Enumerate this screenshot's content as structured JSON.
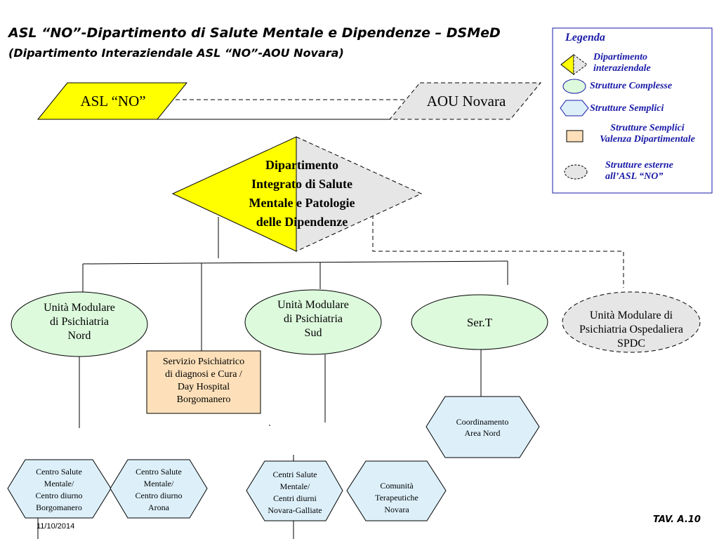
{
  "header": {
    "title": "ASL “NO”-Dipartimento di Salute Mentale e Dipendenze – DSMeD",
    "subtitle": "(Dipartimento Interaziendale ASL “NO”-AOU Novara)"
  },
  "legend": {
    "title": "Legenda",
    "items": [
      {
        "shape": "diamond",
        "label_line1": "Dipartimento",
        "label_line2": "interaziendale"
      },
      {
        "shape": "ellipse",
        "label_line1": "Strutture Complesse"
      },
      {
        "shape": "hexagon",
        "label_line1": "Strutture Semplici"
      },
      {
        "shape": "rectangle",
        "label_line1": "Strutture Semplici",
        "label_line2": "Valenza Dipartimentale"
      },
      {
        "shape": "dashed-ellipse",
        "label_line1": "Strutture esterne",
        "label_line2": "all’ASL “NO”"
      }
    ]
  },
  "entities": {
    "asl": "ASL “NO”",
    "aou": "AOU Novara"
  },
  "department": {
    "lines": [
      "Dipartimento",
      "Integrato di Salute",
      "Mentale e Patologie",
      "delle Dipendenze"
    ]
  },
  "units": {
    "psich_nord": [
      "Unità Modulare",
      "di Psichiatria",
      "Nord"
    ],
    "psich_sud": [
      "Unità Modulare",
      "di Psichiatria",
      "Sud"
    ],
    "sert": [
      "Ser.T"
    ],
    "spdc": [
      "Unità Modulare di",
      "Psichiatria Ospedaliera",
      "SPDC"
    ]
  },
  "spdc_service": [
    "Servizio Psichiatrico",
    "di diagnosi e Cura /",
    "Day Hospital",
    "Borgomanero"
  ],
  "coordination": [
    "Coordinamento",
    "Area Nord"
  ],
  "centers": [
    [
      "Centro Salute",
      "Mentale/",
      "Centro diurno",
      "Borgomanero"
    ],
    [
      "Centro Salute",
      "Mentale/",
      "Centro diurno",
      "Arona"
    ],
    [
      "Centri Salute",
      "Mentale/",
      "Centri diurni",
      "Novara-Galliate"
    ],
    [
      "Comunità",
      "Terapeutiche",
      "Novara"
    ]
  ],
  "footer": {
    "date": "11/10/2014",
    "table_ref": "TAV. A.10"
  },
  "colors": {
    "yellow": "#ffff00",
    "grey_fill": "#e6e6e6",
    "green_fill": "#ddfadd",
    "blue_fill": "#ddf0fa",
    "orange_fill": "#fde0b9",
    "legend_text": "#1a1aa8"
  }
}
